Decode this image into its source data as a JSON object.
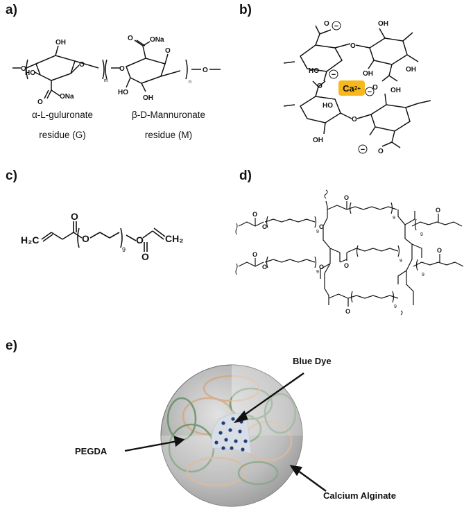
{
  "panels": {
    "a": {
      "label": "a)",
      "atoms": {
        "oh": "OH",
        "ho": "HO",
        "o": "O",
        "ona_bottom": "ONa",
        "ona_top": "ONa",
        "m": "m",
        "n": "n"
      },
      "caption_g_line1": "α-L-guluronate",
      "caption_g_line2": "residue (G)",
      "caption_m_line1": "β-D-Mannuronate",
      "caption_m_line2": "residue (M)"
    },
    "b": {
      "label": "b)",
      "atoms": {
        "oh": "OH",
        "ho": "HO",
        "o": "O",
        "minus": "−"
      },
      "ion": "Ca",
      "ion_charge": "2+"
    },
    "c": {
      "label": "c)",
      "atoms": {
        "h2c": "H₂C",
        "ch2": "CH₂",
        "o": "O",
        "nine": "9"
      }
    },
    "d": {
      "label": "d)",
      "atoms": {
        "o": "O",
        "nine": "9"
      }
    },
    "e": {
      "label": "e)",
      "callouts": {
        "blue_dye": "Blue Dye",
        "pegda": "PEGDA",
        "calcium_alginate": "Calcium Alginate"
      }
    }
  },
  "colors": {
    "ion_badge": "#f6b81c",
    "dye_dots": "#1f3f7a",
    "tan_fiber": "#d4a57a",
    "green_fiber": "#5b8a5a",
    "sphere": "#9a9a9a"
  }
}
